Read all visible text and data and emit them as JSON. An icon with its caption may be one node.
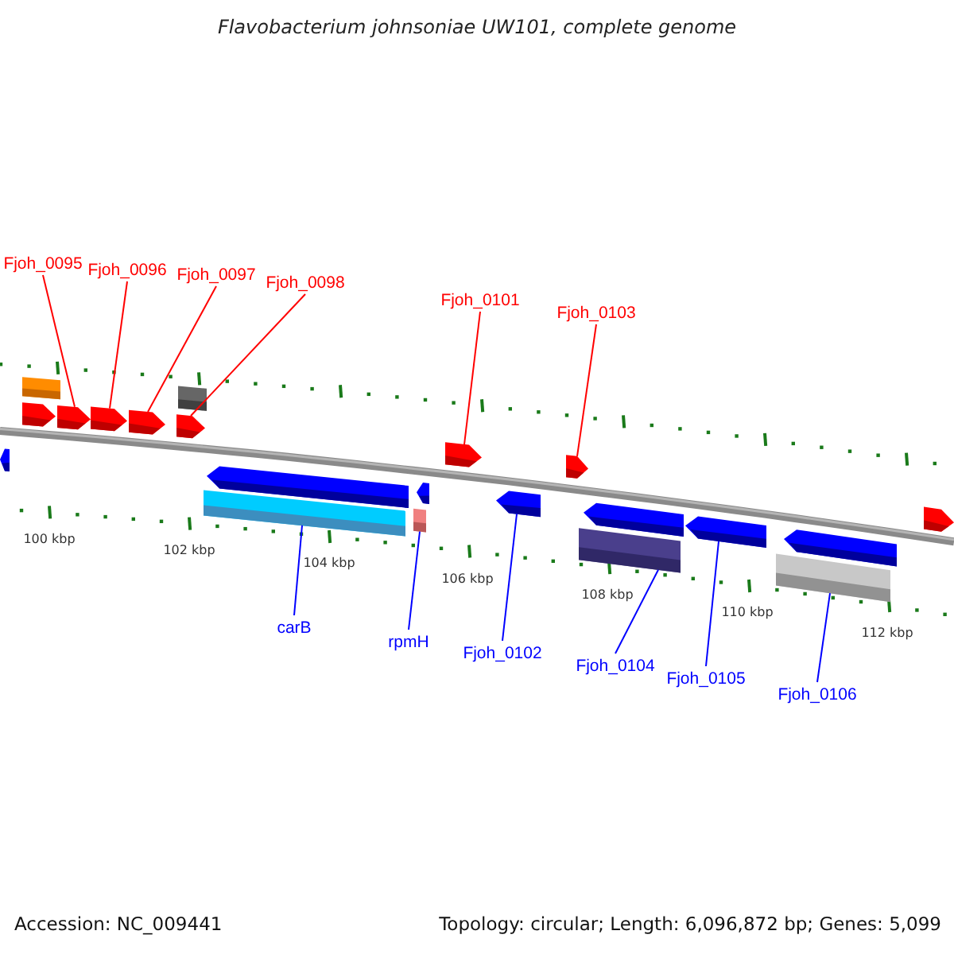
{
  "diagram": {
    "title": "Flavobacterium johnsoniae UW101, complete genome",
    "nodes": [
      {
        "text": [
          "Fjoh_0095"
        ]
      },
      {
        "text": [
          "Fjoh_0096"
        ]
      },
      {
        "text": [
          "Fjoh_0097"
        ]
      },
      {
        "text": [
          "Fjoh_0098"
        ]
      },
      {
        "text": [
          "Fjoh_0101"
        ]
      },
      {
        "text": [
          "Fjoh_0103"
        ]
      },
      {
        "text": [
          "carB"
        ]
      },
      {
        "text": [
          "rpmH"
        ]
      },
      {
        "text": [
          "Fjoh_0102"
        ]
      },
      {
        "text": [
          "Fjoh_0104"
        ]
      },
      {
        "text": [
          "Fjoh_0105"
        ]
      },
      {
        "text": [
          "Fjoh_0106"
        ]
      },
      {
        "text": [],
        "shape": "arrow"
      },
      {
        "text": [],
        "shape": "arrow"
      },
      {
        "text": [],
        "shape": "arrow"
      },
      {
        "text": [],
        "shape": "arrow"
      },
      {
        "text": [],
        "shape": "arrow"
      },
      {
        "text": [],
        "shape": "arrow"
      },
      {
        "text": [],
        "shape": "bar"
      },
      {
        "text": [],
        "shape": "bar"
      },
      {
        "text": [],
        "shape": "arrow"
      },
      {
        "text": [],
        "shape": "bar"
      },
      {
        "text": [],
        "shape": "arrow"
      },
      {
        "text": [],
        "shape": "bar"
      },
      {
        "text": [],
        "shape": "bar"
      },
      {
        "text": [],
        "shape": "bar"
      },
      {
        "text": [],
        "shape": "arrow"
      },
      {
        "text": [],
        "shape": "arrow"
      },
      {
        "text": [],
        "shape": "arrow"
      },
      {
        "text": [],
        "shape": "arrow"
      },
      {
        "text": [],
        "shape": "arrow"
      },
      {
        "text": [],
        "shape": "arrow"
      },
      {
        "text": [],
        "shape": "arrow"
      }
    ],
    "edges": [
      {
        "from": 0,
        "to": 12,
        "arrow": "none",
        "color": "#ff0000"
      },
      {
        "from": 1,
        "to": 13,
        "arrow": "none",
        "color": "#ff0000"
      },
      {
        "from": 2,
        "to": 14,
        "arrow": "none",
        "color": "#ff0000"
      },
      {
        "from": 3,
        "to": 15,
        "arrow": "none",
        "color": "#ff0000"
      },
      {
        "from": 4,
        "to": 16,
        "arrow": "none",
        "color": "#ff0000"
      },
      {
        "from": 5,
        "to": 17,
        "arrow": "none",
        "color": "#ff0000"
      },
      {
        "from": 6,
        "to": 18,
        "arrow": "none",
        "color": "#0000ff"
      },
      {
        "from": 7,
        "to": 19,
        "arrow": "none",
        "color": "#0000ff"
      },
      {
        "from": 8,
        "to": 20,
        "arrow": "none",
        "color": "#0000ff"
      },
      {
        "from": 9,
        "to": 21,
        "arrow": "none",
        "color": "#0000ff"
      },
      {
        "from": 10,
        "to": 22,
        "arrow": "none",
        "color": "#0000ff"
      },
      {
        "from": 11,
        "to": 23,
        "arrow": "none",
        "color": "#0000ff"
      }
    ],
    "labels": [
      "100 kbp",
      "102 kbp",
      "104 kbp",
      "106 kbp",
      "108 kbp",
      "110 kbp",
      "112 kbp",
      "Accession: NC_009441",
      "Topology: circular; Length: 6,096,872 bp; Genes: 5,099"
    ]
  }
}
